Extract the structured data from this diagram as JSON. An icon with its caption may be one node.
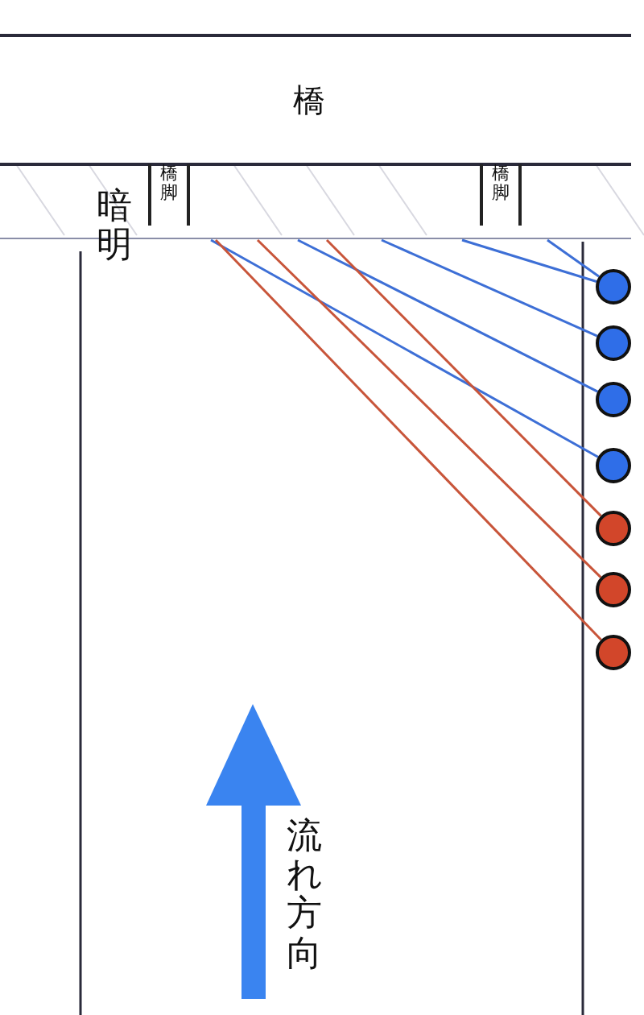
{
  "diagram": {
    "nodes": [
      {
        "text": [
          "橋"
        ]
      },
      {
        "text": [
          "橋脚"
        ]
      },
      {
        "text": [
          "橋脚"
        ]
      },
      {
        "text": [],
        "shape": "circle"
      },
      {
        "text": [],
        "shape": "circle"
      },
      {
        "text": [],
        "shape": "circle"
      },
      {
        "text": [],
        "shape": "circle"
      },
      {
        "text": [],
        "shape": "circle"
      },
      {
        "text": [],
        "shape": "circle"
      },
      {
        "text": [],
        "shape": "circle"
      }
    ],
    "edges": [
      {
        "from": null,
        "to": 3,
        "arrow": "none"
      },
      {
        "from": null,
        "to": 3,
        "arrow": "none"
      },
      {
        "from": null,
        "to": 4,
        "arrow": "none"
      },
      {
        "from": null,
        "to": 5,
        "arrow": "none"
      },
      {
        "from": null,
        "to": 6,
        "arrow": "none"
      },
      {
        "from": null,
        "to": 7,
        "arrow": "none",
        "color": "#c8553a"
      },
      {
        "from": null,
        "to": 8,
        "arrow": "none",
        "color": "#c8553a"
      },
      {
        "from": null,
        "to": 9,
        "arrow": "none",
        "color": "#c8553a"
      }
    ],
    "labels": [
      "暗明",
      "流れ方向"
    ]
  }
}
